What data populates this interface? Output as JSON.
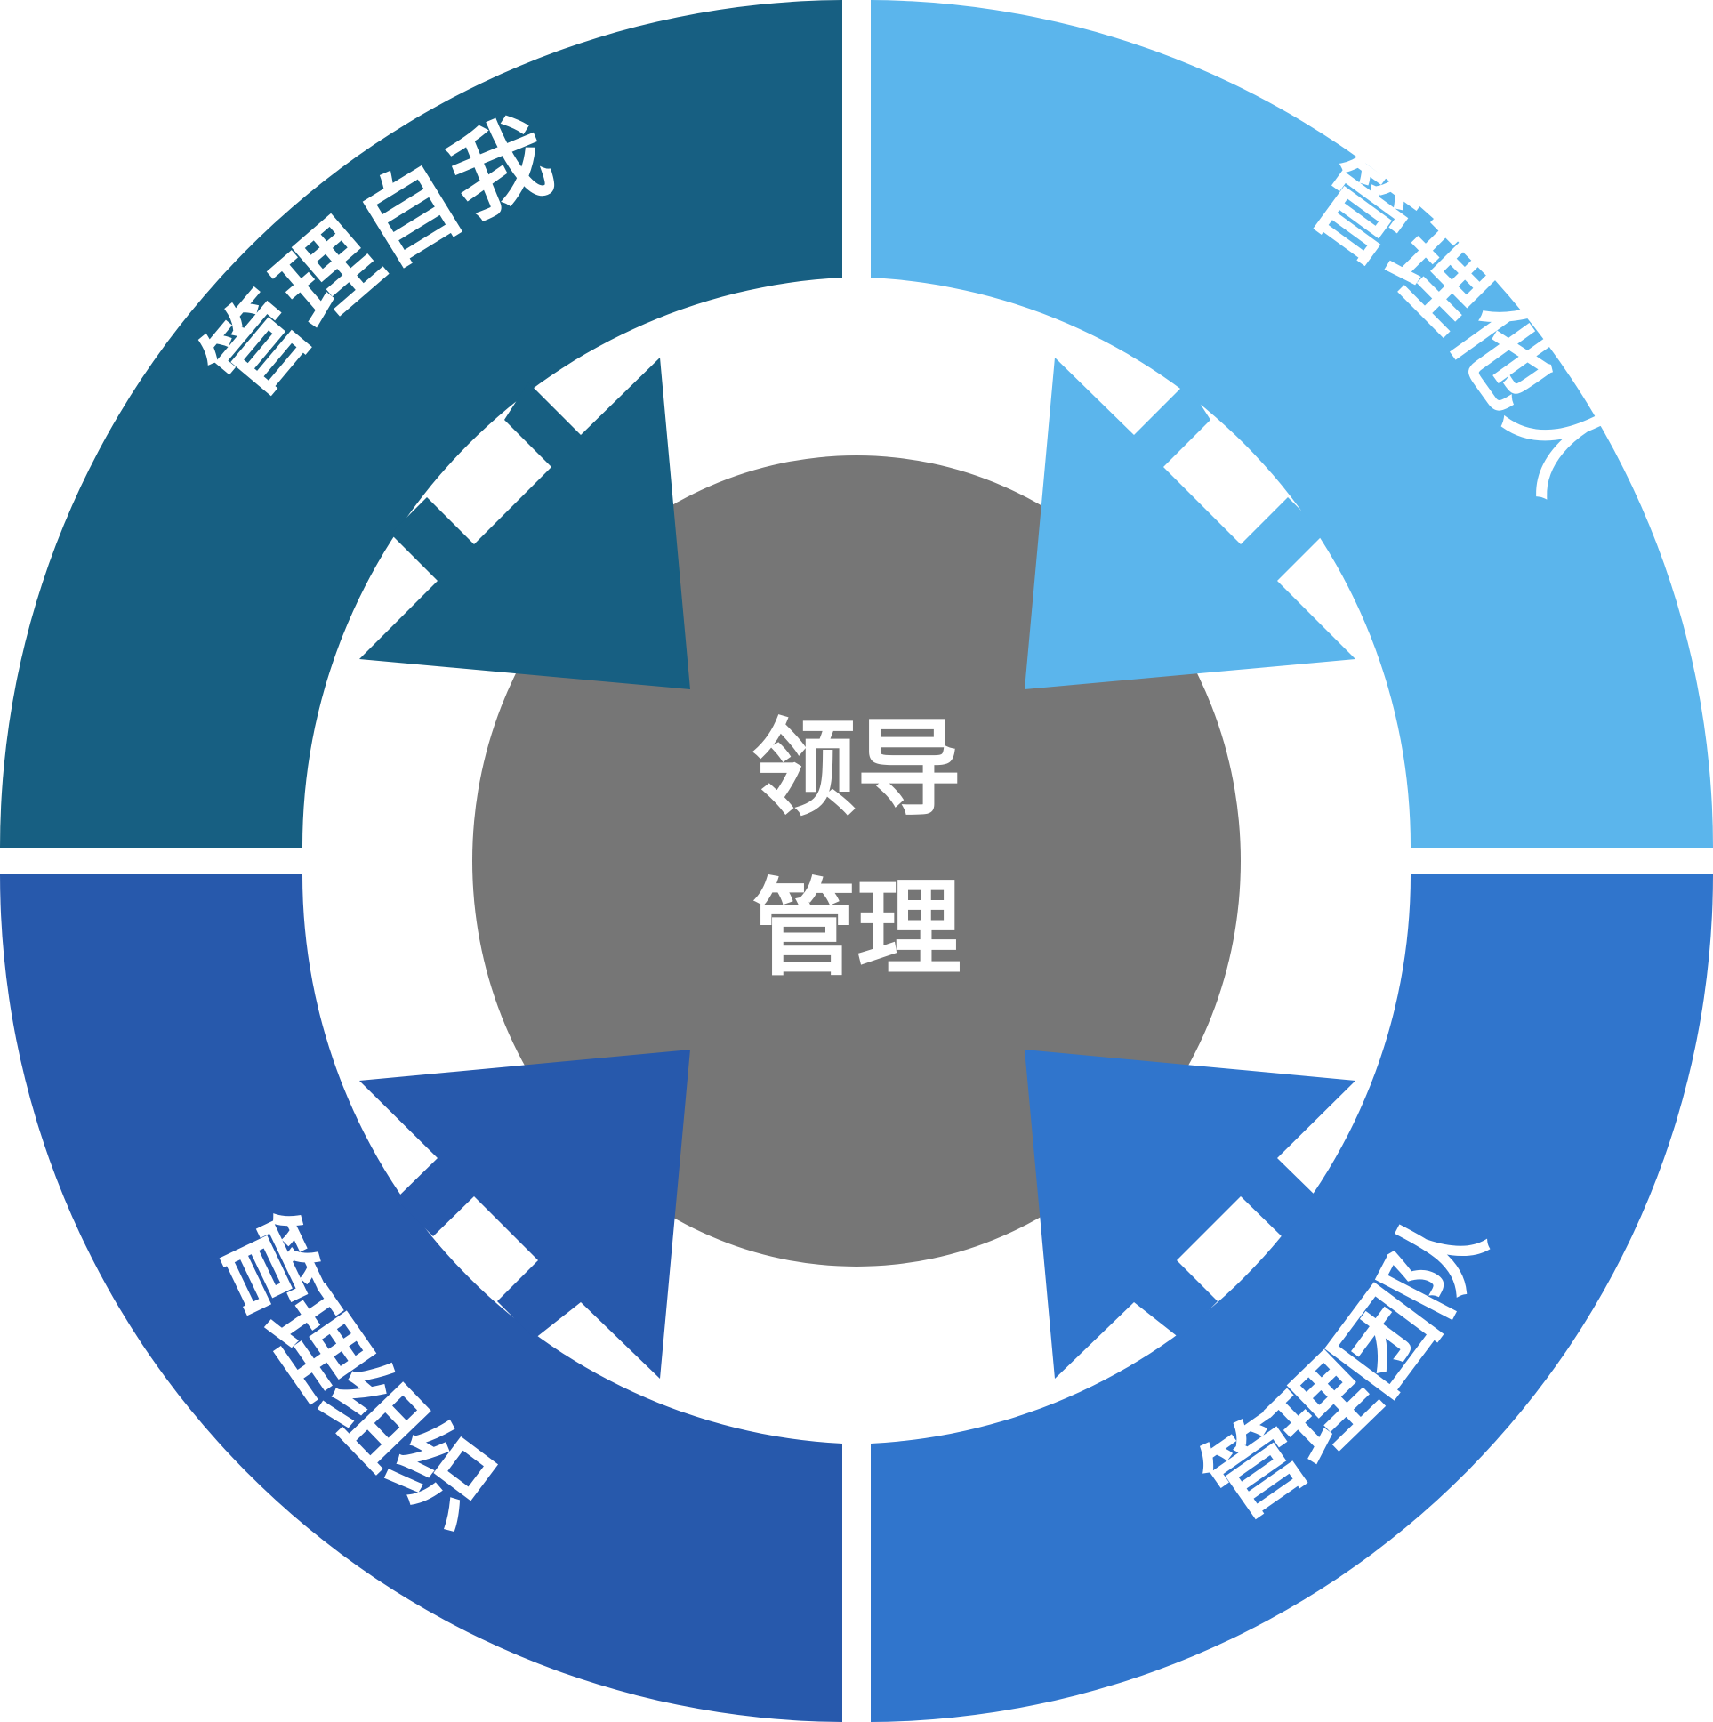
{
  "center": {
    "line1": "领导",
    "line2": "管理",
    "color": "#767676"
  },
  "quadrants": [
    {
      "id": "top-left",
      "label": "管理自我",
      "color": "#175F82"
    },
    {
      "id": "top-right",
      "label": "管理他人",
      "color": "#5BB5EC"
    },
    {
      "id": "bottom-left",
      "label": "管理组织",
      "color": "#2759AC"
    },
    {
      "id": "bottom-right",
      "label": "管理团队",
      "color": "#3075CC"
    }
  ],
  "background": "#ffffff"
}
